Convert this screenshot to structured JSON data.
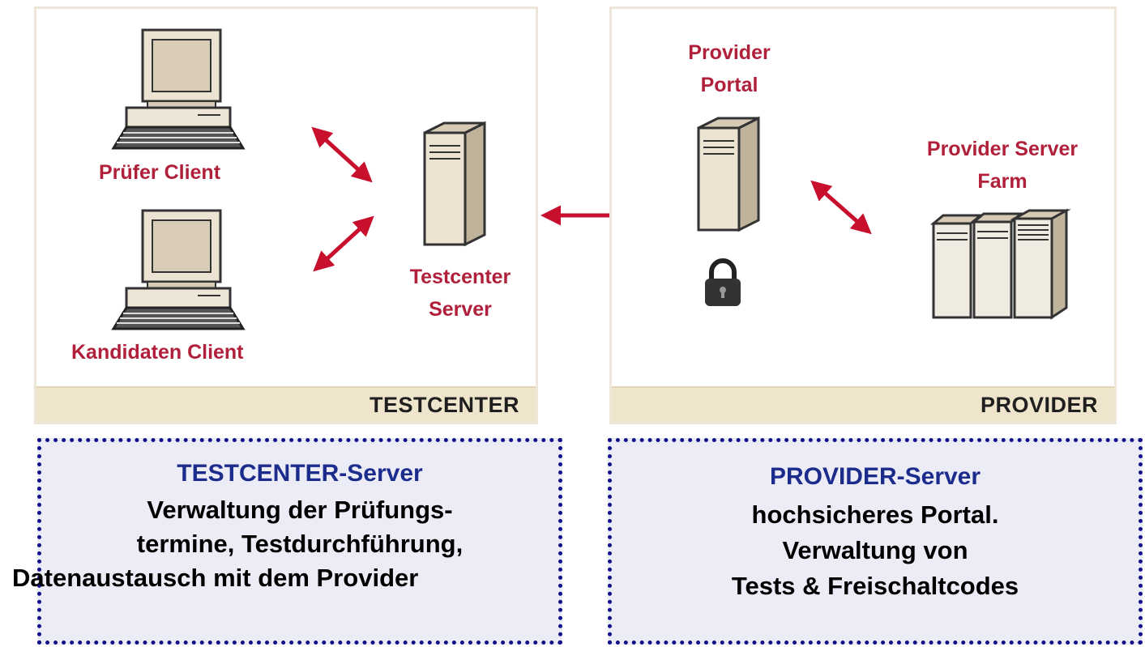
{
  "colors": {
    "accent": "#c8102e",
    "label": "#b0203a",
    "box_title": "#1c2c8c"
  },
  "testcenter_panel": {
    "footer": "TESTCENTER",
    "pruefer_client": "Prüfer Client",
    "kandidaten_client": "Kandidaten Client",
    "server_line1": "Testcenter",
    "server_line2": "Server"
  },
  "provider_panel": {
    "footer": "PROVIDER",
    "portal_line1": "Provider",
    "portal_line2": "Portal",
    "farm_line1": "Provider Server",
    "farm_line2": "Farm"
  },
  "testcenter_box": {
    "title": "TESTCENTER-Server",
    "lines": [
      "Verwaltung der Prüfungs-",
      "termine, Testdurchführung,",
      "Datenaustausch mit dem Provider"
    ]
  },
  "provider_box": {
    "title": "PROVIDER-Server",
    "lines": [
      "hochsicheres Portal.",
      "Verwaltung von",
      "Tests & Freischaltcodes"
    ]
  },
  "icons": [
    "computer-icon",
    "server-icon",
    "lock-icon",
    "server-farm-icon",
    "double-arrow-icon"
  ]
}
